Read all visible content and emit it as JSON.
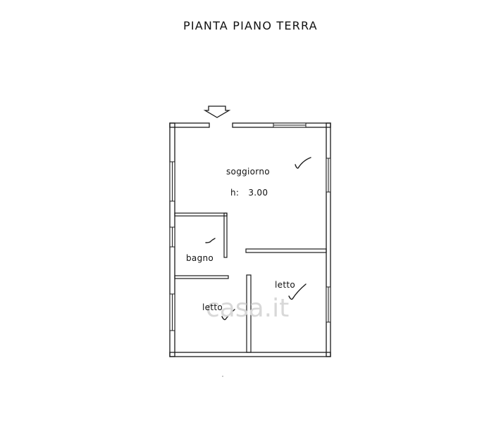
{
  "plan": {
    "title": "PIANTA PIANO TERRA"
  },
  "rooms": {
    "soggiorno": "soggiorno",
    "height_label": "h:",
    "height_value": "3.00",
    "bagno": "bagno",
    "letto_right": "letto",
    "letto_left": "letto"
  },
  "watermark": {
    "text": "casa.it"
  },
  "colors": {
    "wall": "#1a1a1a",
    "watermark": "#d8d8d8",
    "background": "#ffffff"
  },
  "icons": {
    "entrance": "entrance-arrow-icon",
    "checkmark": "checkmark-icon"
  }
}
